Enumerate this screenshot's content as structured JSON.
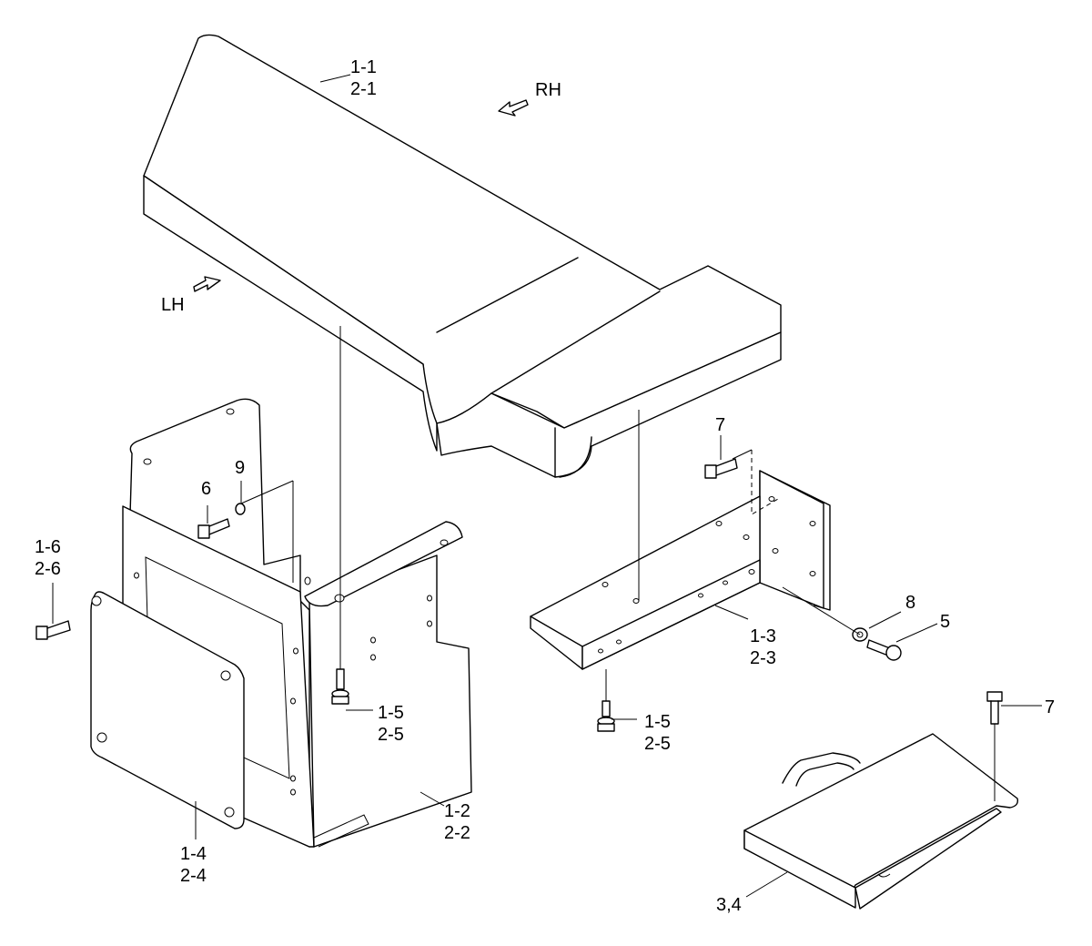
{
  "callouts": {
    "c1_1": "1-1",
    "c2_1": "2-1",
    "c1_2": "1-2",
    "c2_2": "2-2",
    "c1_3": "1-3",
    "c2_3": "2-3",
    "c1_4": "1-4",
    "c2_4": "2-4",
    "c1_5a": "1-5",
    "c2_5a": "2-5",
    "c1_5b": "1-5",
    "c2_5b": "2-5",
    "c1_6": "1-6",
    "c2_6": "2-6",
    "c3_4": "3,4",
    "c5": "5",
    "c6": "6",
    "c7a": "7",
    "c7b": "7",
    "c8": "8",
    "c9": "9"
  },
  "directions": {
    "rh": "RH",
    "lh": "LH"
  }
}
